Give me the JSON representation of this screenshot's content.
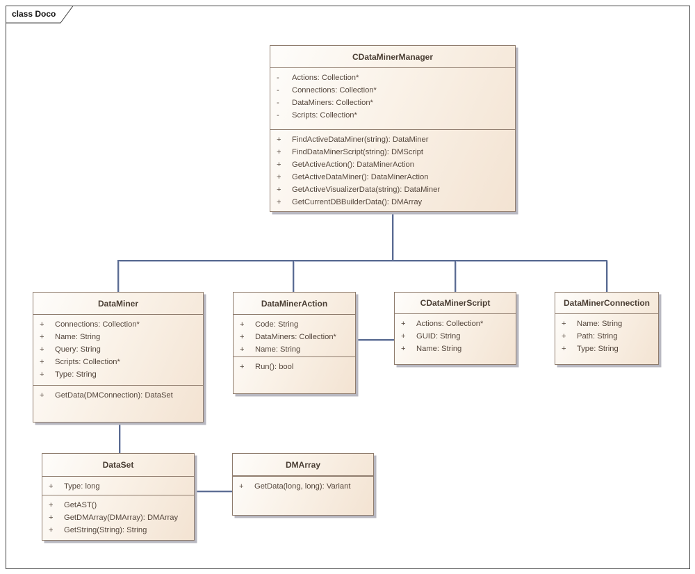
{
  "frame": {
    "label": "class Doco"
  },
  "colors": {
    "box_border": "#8f7c6d",
    "box_fill_light": "#fefdfb",
    "box_fill_dark": "#f3e3d2",
    "member_text": "#54463c",
    "title_text": "#4a3e34",
    "connector": "#5a6b92",
    "shadow": "#b8b8c1",
    "frame_border": "#3f3f3f"
  },
  "classes": {
    "manager": {
      "name": "CDataMinerManager",
      "attributes": [
        {
          "vis": "-",
          "text": "Actions: Collection*"
        },
        {
          "vis": "-",
          "text": "Connections: Collection*"
        },
        {
          "vis": "-",
          "text": "DataMiners: Collection*"
        },
        {
          "vis": "-",
          "text": "Scripts: Collection*"
        }
      ],
      "methods": [
        {
          "vis": "+",
          "text": "FindActiveDataMiner(string): DataMiner"
        },
        {
          "vis": "+",
          "text": "FindDataMinerScript(string): DMScript"
        },
        {
          "vis": "+",
          "text": "GetActiveAction(): DataMinerAction"
        },
        {
          "vis": "+",
          "text": "GetActiveDataMiner(): DataMinerAction"
        },
        {
          "vis": "+",
          "text": "GetActiveVisualizerData(string): DataMiner"
        },
        {
          "vis": "+",
          "text": "GetCurrentDBBuilderData(): DMArray"
        }
      ]
    },
    "dataminer": {
      "name": "DataMiner",
      "attributes": [
        {
          "vis": "+",
          "text": "Connections: Collection*"
        },
        {
          "vis": "+",
          "text": "Name: String"
        },
        {
          "vis": "+",
          "text": "Query: String"
        },
        {
          "vis": "+",
          "text": "Scripts: Collection*"
        },
        {
          "vis": "+",
          "text": "Type: String"
        }
      ],
      "methods": [
        {
          "vis": "+",
          "text": "GetData(DMConnection): DataSet"
        }
      ]
    },
    "action": {
      "name": "DataMinerAction",
      "attributes": [
        {
          "vis": "+",
          "text": "Code: String"
        },
        {
          "vis": "+",
          "text": "DataMiners: Collection*"
        },
        {
          "vis": "+",
          "text": "Name: String"
        }
      ],
      "methods": [
        {
          "vis": "+",
          "text": "Run(): bool"
        }
      ]
    },
    "script": {
      "name": "CDataMinerScript",
      "attributes": [
        {
          "vis": "+",
          "text": "Actions: Collection*"
        },
        {
          "vis": "+",
          "text": "GUID: String"
        },
        {
          "vis": "+",
          "text": "Name: String"
        }
      ]
    },
    "connection": {
      "name": "DataMinerConnection",
      "attributes": [
        {
          "vis": "+",
          "text": "Name: String"
        },
        {
          "vis": "+",
          "text": "Path: String"
        },
        {
          "vis": "+",
          "text": "Type: String"
        }
      ]
    },
    "dataset": {
      "name": "DataSet",
      "attributes": [
        {
          "vis": "+",
          "text": "Type: long"
        }
      ],
      "methods": [
        {
          "vis": "+",
          "text": "GetAST()"
        },
        {
          "vis": "+",
          "text": "GetDMArray(DMArray): DMArray"
        },
        {
          "vis": "+",
          "text": "GetString(String): String"
        }
      ]
    },
    "dmarray": {
      "name": "DMArray",
      "methods": [
        {
          "vis": "+",
          "text": "GetData(long, long): Variant"
        }
      ]
    }
  }
}
